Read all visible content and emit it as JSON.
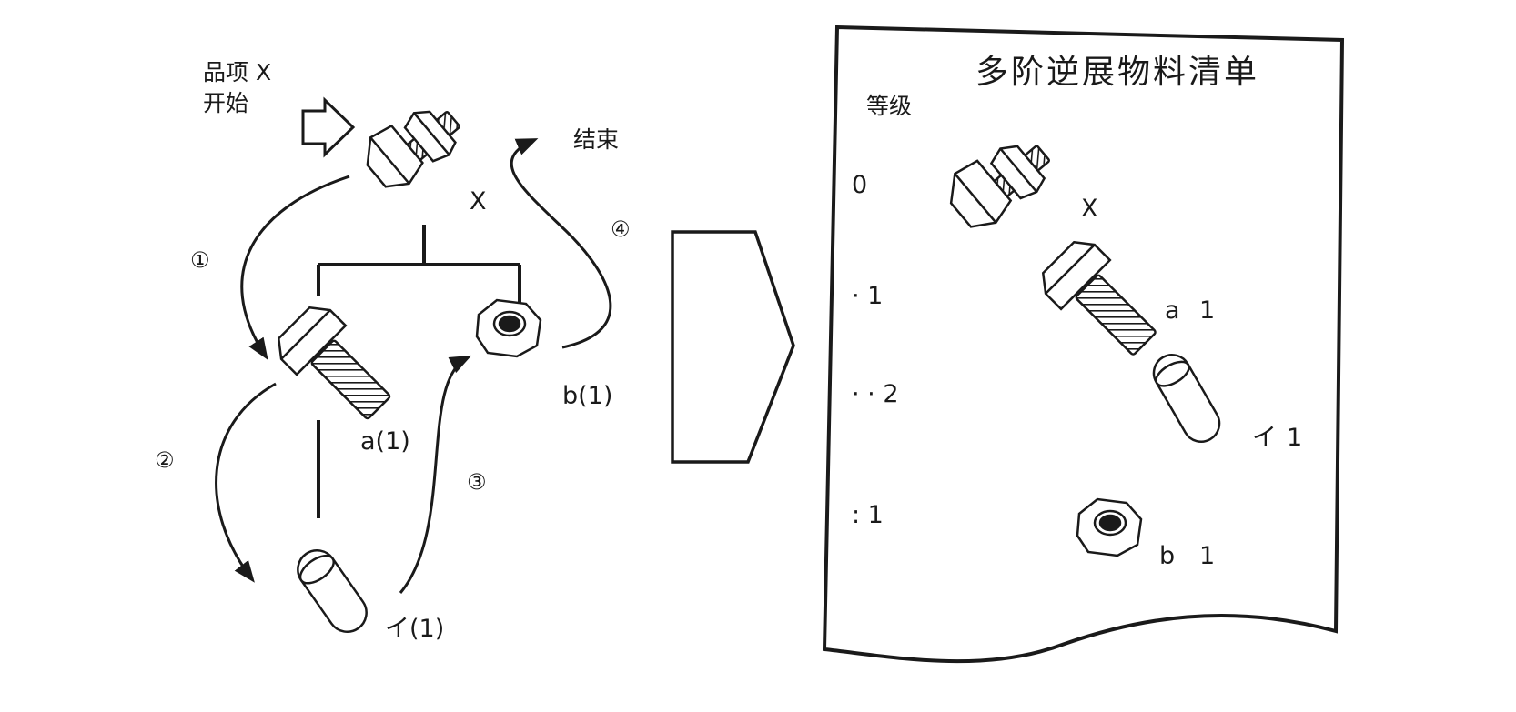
{
  "tree": {
    "start_line1": "品项 X",
    "start_line2": "开始",
    "end": "结束",
    "item_x": "X",
    "item_a": "a(1)",
    "item_b": "b(1)",
    "item_i": "イ(1)",
    "step_1": "①",
    "step_2": "②",
    "step_3": "③",
    "step_4": "④"
  },
  "report": {
    "title": "多阶逆展物料清单",
    "level_header": "等级",
    "rows": [
      {
        "level": "0",
        "item": "X",
        "qty": ""
      },
      {
        "level": "· 1",
        "item": "a",
        "qty": "1"
      },
      {
        "level": "· · 2",
        "item": "イ",
        "qty": "1"
      },
      {
        "level": ": 1",
        "item": "b",
        "qty": "1"
      }
    ]
  },
  "colors": {
    "ink": "#1a1a1a",
    "paper": "#ffffff"
  }
}
